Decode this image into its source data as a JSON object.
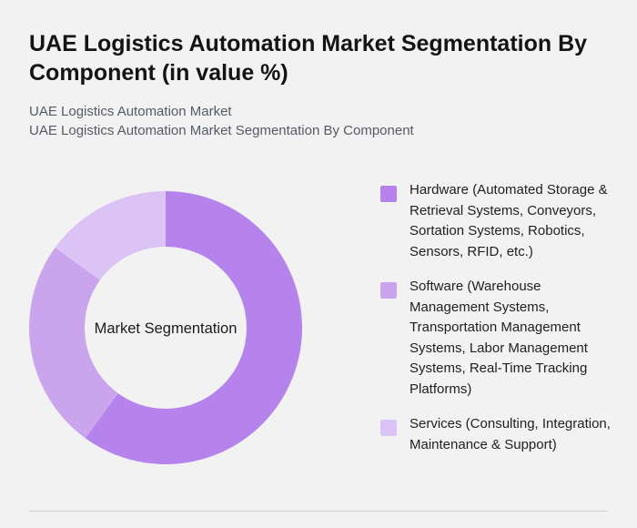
{
  "header": {
    "title": "UAE Logistics Automation Market Segmentation By Component (in value %)",
    "breadcrumb_1": "UAE Logistics Automation Market",
    "breadcrumb_2": "UAE Logistics Automation Market Segmentation By Component"
  },
  "chart_data": {
    "type": "pie",
    "subtype": "donut",
    "center_label": "Market Segmentation",
    "legend_placement": "right",
    "series": [
      {
        "name": "Hardware (Automated Storage & Retrieval Systems, Conveyors, Sortation Systems, Robotics, Sensors, RFID, etc.)",
        "value": 60,
        "color": "#b583eb"
      },
      {
        "name": "Software (Warehouse Management Systems, Transportation Management Systems, Labor Management Systems, Real-Time Tracking Platforms)",
        "value": 25,
        "color": "#cba4ee"
      },
      {
        "name": "Services (Consulting, Integration, Maintenance & Support)",
        "value": 15,
        "color": "#dcc3f5"
      }
    ],
    "hole_color": "#f2f2f2"
  }
}
